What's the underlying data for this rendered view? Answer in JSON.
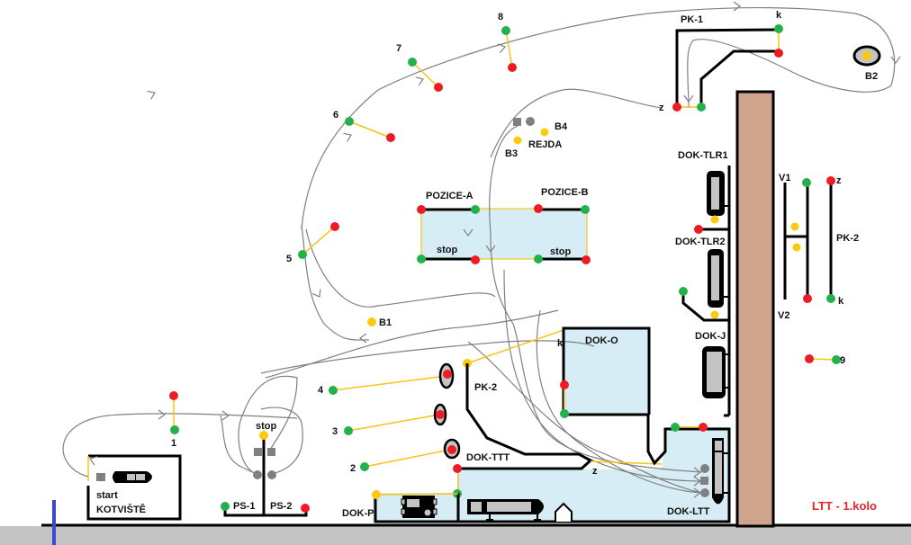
{
  "diagram": {
    "title": "LTT - 1.kolo",
    "colors": {
      "buoy_red": "#ed1c24",
      "buoy_green": "#22b14c",
      "buoy_yellow": "#ffc90e",
      "gate_line": "#f5c518",
      "water_fill": "#d6edf5",
      "pier": "#cfa48d",
      "ground": "#c3c3c3",
      "route_line": "#808080",
      "start_pole": "#3f48cc",
      "title_red": "#e8262c"
    },
    "gates": [
      {
        "id": "1",
        "label": "1"
      },
      {
        "id": "2",
        "label": "2"
      },
      {
        "id": "3",
        "label": "3"
      },
      {
        "id": "4",
        "label": "4"
      },
      {
        "id": "5",
        "label": "5"
      },
      {
        "id": "6",
        "label": "6"
      },
      {
        "id": "7",
        "label": "7"
      },
      {
        "id": "8",
        "label": "8"
      },
      {
        "id": "9",
        "label": "9"
      }
    ],
    "areas": {
      "kotviste": {
        "start": "start",
        "name": "KOTVIŠTĚ"
      },
      "ps1": "PS-1",
      "ps2": "PS-2",
      "ps_stop": "stop",
      "pozice_a": "POZICE-A",
      "pozice_b": "POZICE-B",
      "pozice_stop_a": "stop",
      "pozice_stop_b": "stop",
      "rejda": "REJDA",
      "dok_o": "DOK-O",
      "dok_o_k": "k",
      "pk2_left": "PK-2",
      "dok_ttt": "DOK-TTT",
      "dok_ttt_z": "z",
      "dok_p": "DOK-P",
      "dok_ltt": "DOK-LTT",
      "dok_tlr1": "DOK-TLR1",
      "dok_tlr2": "DOK-TLR2",
      "dok_j": "DOK-J",
      "pk1": "PK-1",
      "pk1_k": "k",
      "pk1_z": "z",
      "pk2_right": "PK-2",
      "pk2_right_z": "z",
      "pk2_right_k": "k",
      "v1": "V1",
      "v2": "V2"
    },
    "buoys": {
      "b1": "B1",
      "b2": "B2",
      "b3": "B3",
      "b4": "B4"
    }
  }
}
